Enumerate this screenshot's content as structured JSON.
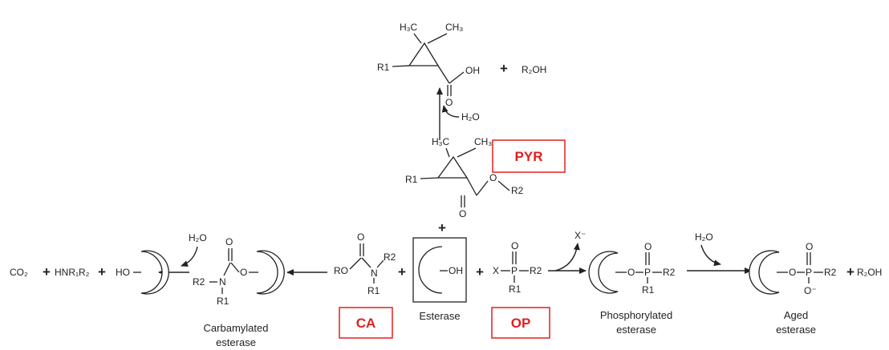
{
  "class_tags": {
    "pyrethroid": "PYR",
    "carbamate": "CA",
    "organophosphate": "OP"
  },
  "captions": {
    "esterase": "Esterase",
    "carbamylated_line1": "Carbamylated",
    "carbamylated_line2": "esterase",
    "phosphorylated_line1": "Phosphorylated",
    "phosphorylated_line2": "esterase",
    "aged_line1": "Aged",
    "aged_line2": "esterase"
  },
  "symbols": {
    "plus": "+",
    "water": "H₂O",
    "methyl": "H₃C",
    "methyl_right": "CH₃",
    "r1": "R1",
    "r2": "R2",
    "oh": "OH",
    "o": "O",
    "n": "N",
    "p": "P",
    "x": "X",
    "x_anion": "X⁻",
    "o_minus": "O⁻",
    "ro": "RO",
    "ho": "HO",
    "r2oh": "R₂OH",
    "co2": "CO₂",
    "hnr1r2": "HNR₁R₂"
  },
  "colors": {
    "tag_red": "#e0201e",
    "ink": "#222222"
  }
}
